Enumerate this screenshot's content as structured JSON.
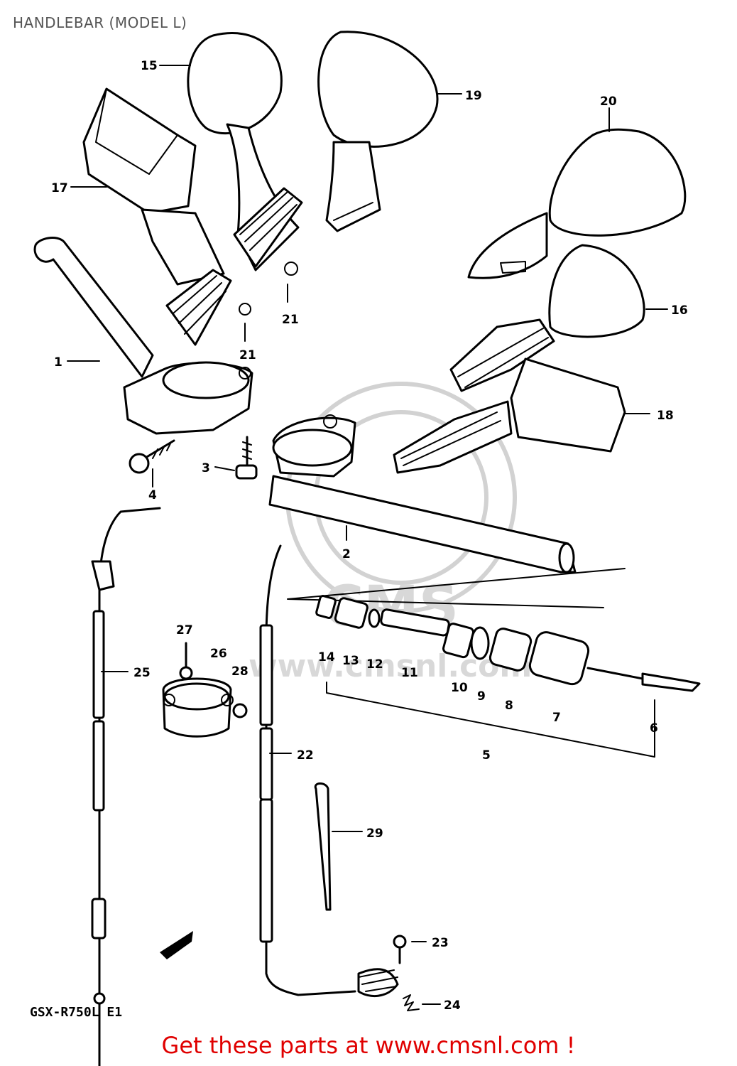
{
  "header": {
    "title": "HANDLEBAR (MODEL L)"
  },
  "model_code": "GSX-R750L E1",
  "footer": {
    "text": "Get these parts at www.cmsnl.com !",
    "color": "#e00000"
  },
  "watermark": {
    "text": "CMS",
    "url": "www.cmsnl.com"
  },
  "part_numbers": [
    "1",
    "2",
    "3",
    "4",
    "5",
    "6",
    "7",
    "8",
    "9",
    "10",
    "11",
    "12",
    "13",
    "14",
    "15",
    "16",
    "17",
    "18",
    "19",
    "20",
    "21",
    "21",
    "22",
    "23",
    "24",
    "25",
    "26",
    "27",
    "28",
    "29"
  ]
}
